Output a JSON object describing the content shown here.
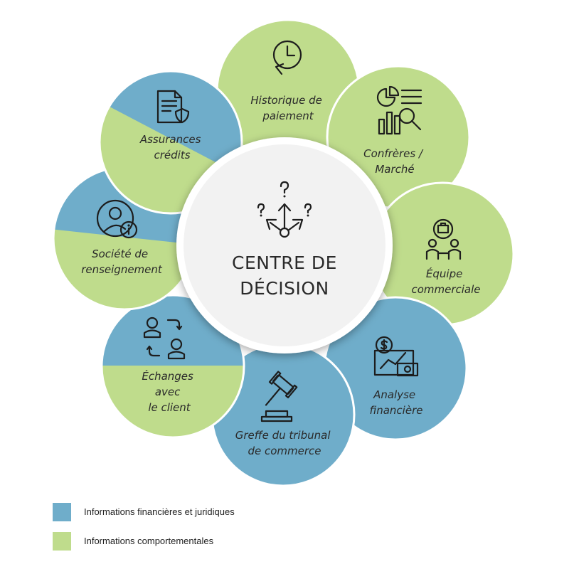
{
  "colors": {
    "blue": "#6fadca",
    "green": "#bfdc8c",
    "center": "#ffffff"
  },
  "center": {
    "title_line1": "CENTRE DE",
    "title_line2": "DÉCISION",
    "icon": "decision-arrows-icon"
  },
  "petals": [
    {
      "id": "historique",
      "lines": [
        "Historique de",
        "paiement"
      ],
      "category": "comportementales",
      "icon": "clock-history-icon"
    },
    {
      "id": "confreres",
      "lines": [
        "Confrères /",
        "Marché"
      ],
      "category": "comportementales",
      "icon": "market-analysis-icon"
    },
    {
      "id": "equipe",
      "lines": [
        "Équipe",
        "commerciale"
      ],
      "category": "comportementales",
      "icon": "sales-team-icon"
    },
    {
      "id": "analyse",
      "lines": [
        "Analyse",
        "financière"
      ],
      "category": "financieres",
      "icon": "financial-analysis-icon"
    },
    {
      "id": "greffe",
      "lines": [
        "Greffe du tribunal",
        "de commerce"
      ],
      "category": "financieres",
      "icon": "gavel-icon"
    },
    {
      "id": "echanges",
      "lines": [
        "Échanges",
        "avec",
        "le client"
      ],
      "category": "mixed",
      "icon": "exchange-users-icon"
    },
    {
      "id": "societe",
      "lines": [
        "Société de",
        "renseignement"
      ],
      "category": "mixed",
      "icon": "user-info-icon"
    },
    {
      "id": "assurances",
      "lines": [
        "Assurances",
        "crédits"
      ],
      "category": "mixed",
      "icon": "insurance-document-icon"
    }
  ],
  "legend": [
    {
      "label": "Informations financières et juridiques",
      "color": "#6fadca"
    },
    {
      "label": "Informations comportementales",
      "color": "#bfdc8c"
    }
  ]
}
